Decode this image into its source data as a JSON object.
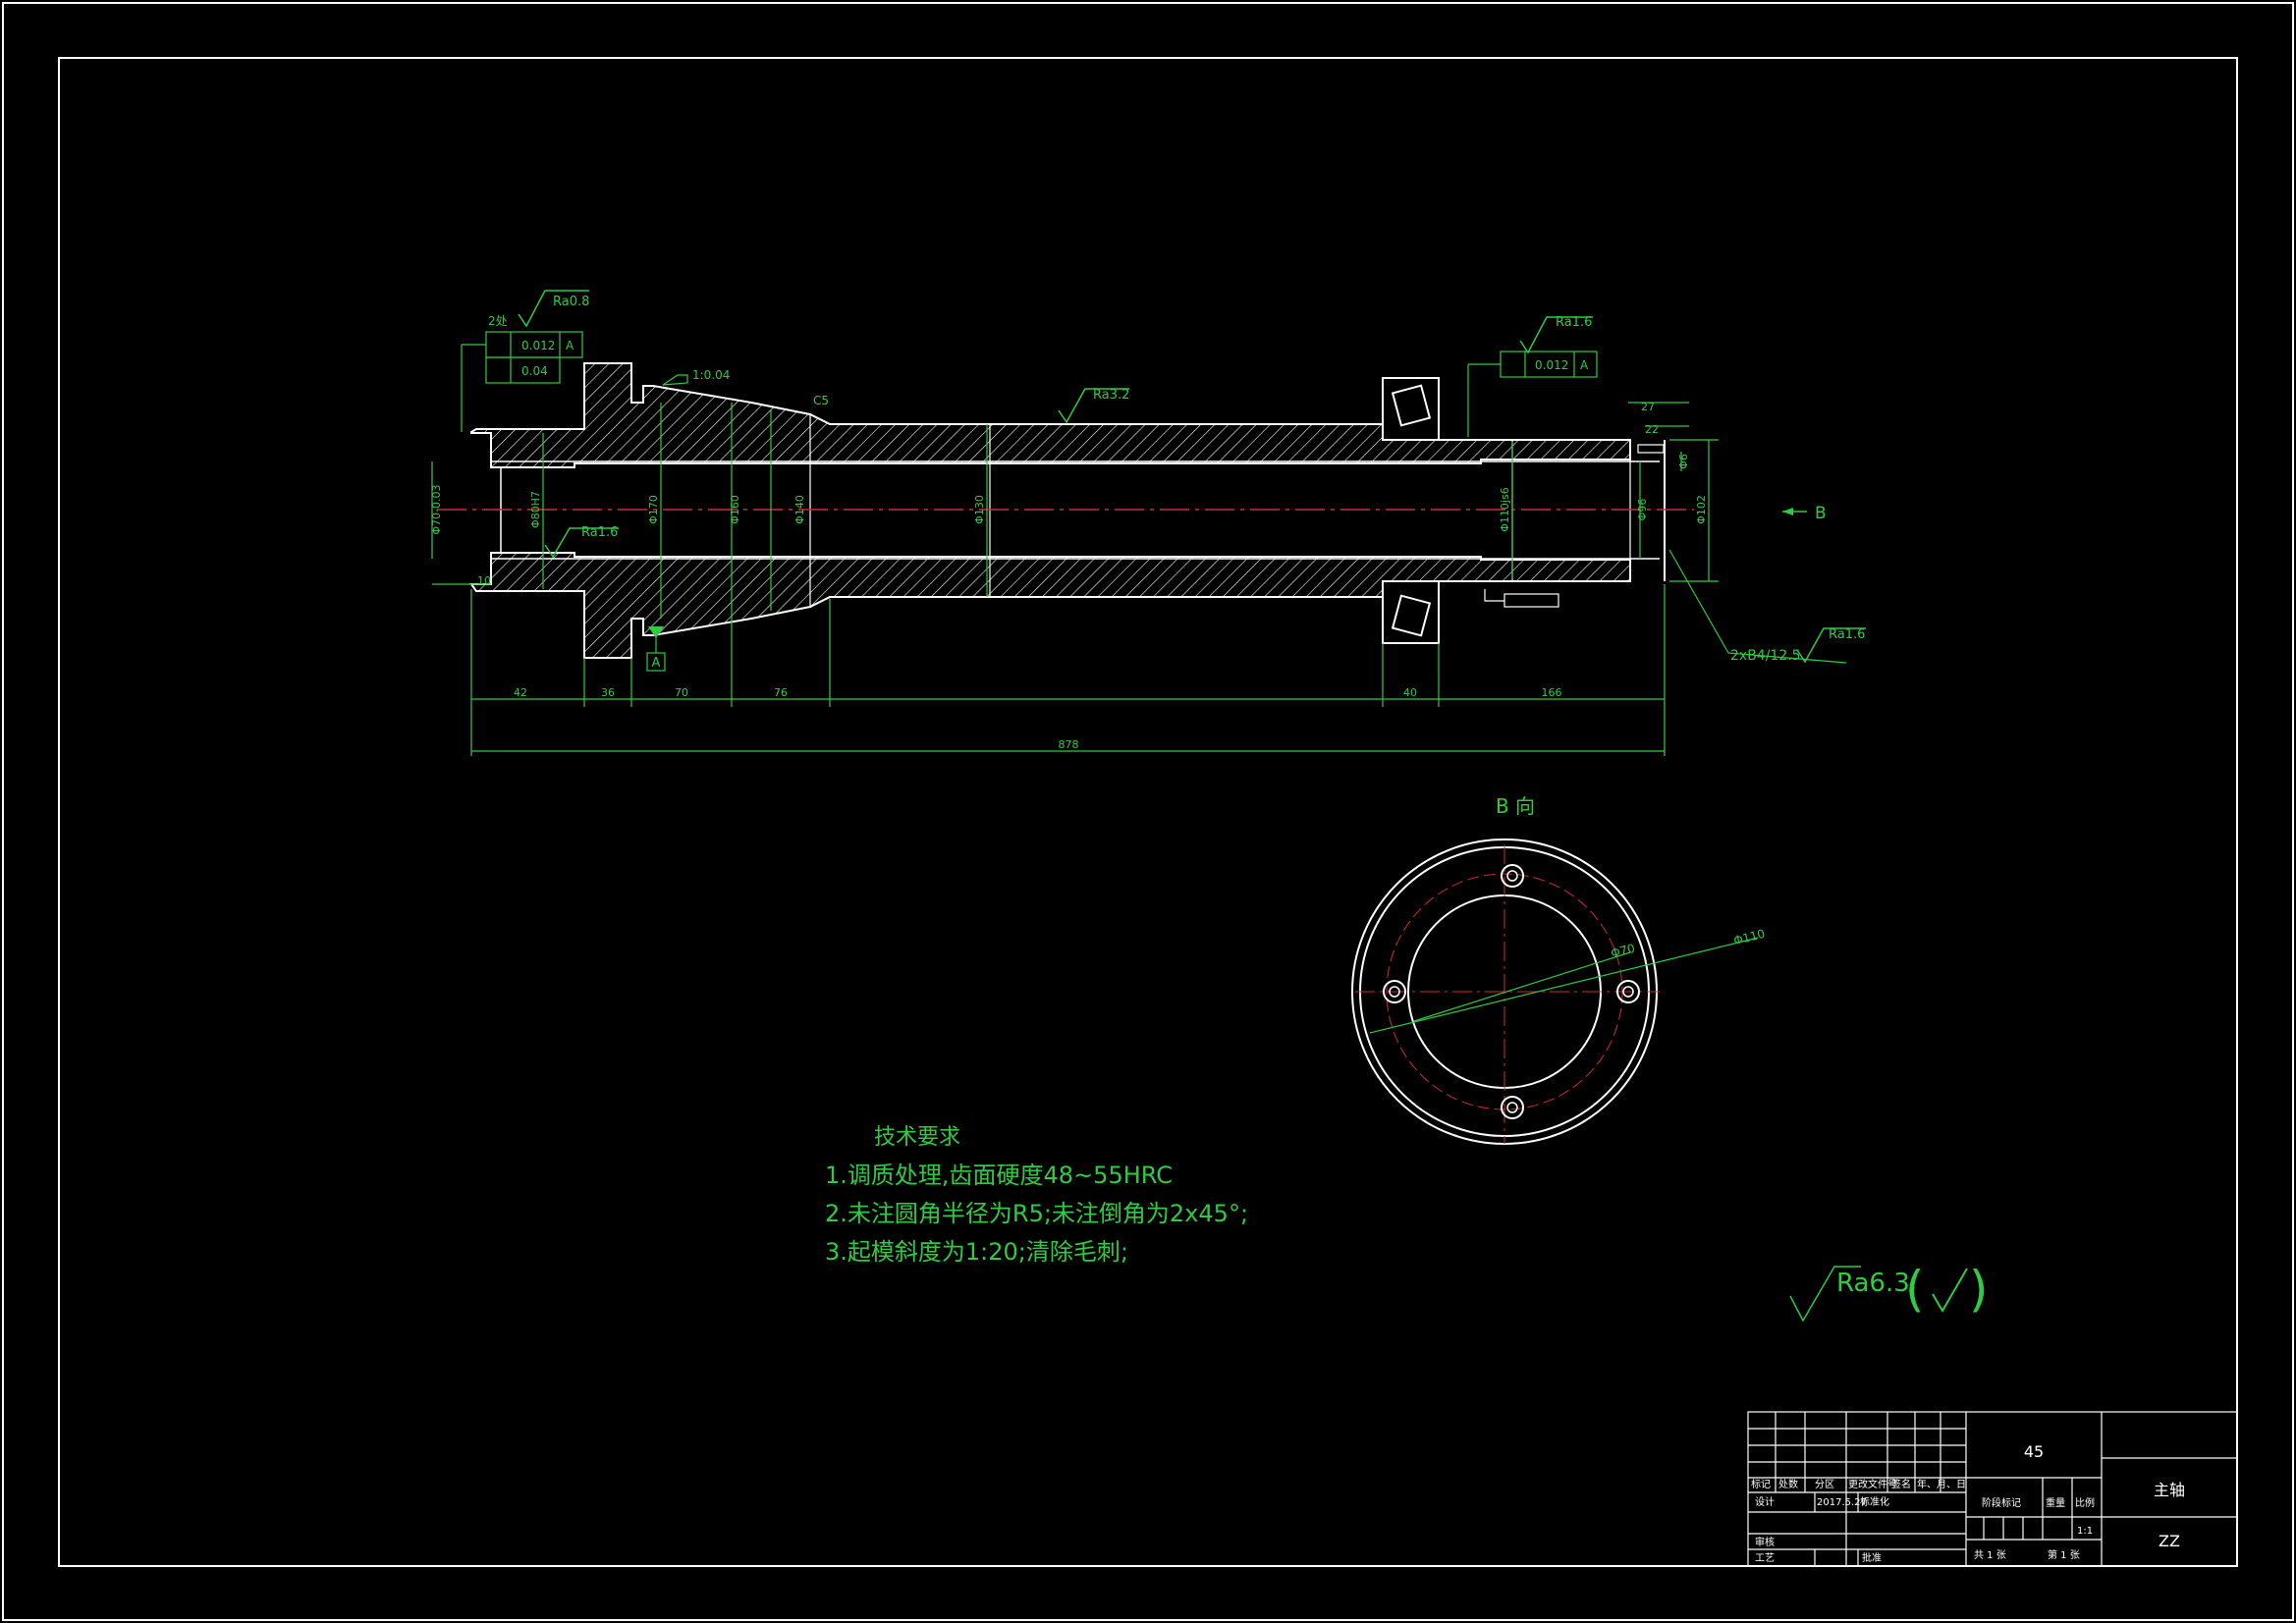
{
  "colors": {
    "background": "#000000",
    "outline": "#ffffff",
    "dimension": "#2ecc40",
    "centerline": "#d42a2a"
  },
  "main_view": {
    "roughness": {
      "ra08": "Ra0.8",
      "ra16_top": "Ra1.6",
      "ra32": "Ra3.2",
      "ra16_bore": "Ra1.6",
      "ra16_hole": "Ra1.6"
    },
    "tolerances": {
      "left_runout_value": "0.012",
      "left_datum": "A",
      "left_cyl_value": "0.04",
      "right_runout_value": "0.012",
      "right_datum": "A",
      "count_note": "2处",
      "slope_note": "1:0.04",
      "chamfer_note": "C5"
    },
    "datum_label": "A",
    "view_arrow_label": "B",
    "hole_note": "2xB4/12.5",
    "diameter_labels": {
      "d_left_outer": "Φ70-0.03",
      "d_bore_left": "Φ80H7",
      "d_flange": "Φ170",
      "d_seat": "Φ160",
      "d_shoulder": "Φ140",
      "d_body": "Φ130",
      "d_bearing": "Φ110js6",
      "d_bore_right": "Φ96",
      "d_right_end": "Φ102",
      "d_small": "Φ6"
    },
    "dimensions": {
      "d42": "42",
      "d36": "36",
      "d70": "70",
      "d76": "76",
      "d40": "40",
      "d166": "166",
      "d878": "878",
      "d27": "27",
      "d22": "22",
      "d10": "10"
    }
  },
  "section_view": {
    "title": "B 向",
    "dim_outer": "Φ110",
    "dim_pcd": "Φ70"
  },
  "tech_requirements": {
    "title": "技术要求",
    "lines": [
      "1.调质处理,齿面硬度48~55HRC",
      "2.未注圆角半径为R5;未注倒角为2x45°;",
      "3.起模斜度为1:20;清除毛刺;"
    ]
  },
  "general_roughness": {
    "value": "Ra6.3"
  },
  "title_block": {
    "material": "45",
    "part_name": "主轴",
    "drawing_code": "ZZ",
    "scale_value": "1:1",
    "date": "2017.5.27",
    "headers": [
      "标记",
      "处数",
      "分区",
      "更改文件号",
      "签名",
      "年、月、日"
    ],
    "labels": {
      "design": "设计",
      "standardize": "标准化",
      "review": "审核",
      "process": "工艺",
      "approve": "批准",
      "stage_mark": "阶段标记",
      "weight": "重量",
      "scale": "比例",
      "sheets_total": "共 1 张",
      "sheet_no": "第 1 张"
    }
  }
}
